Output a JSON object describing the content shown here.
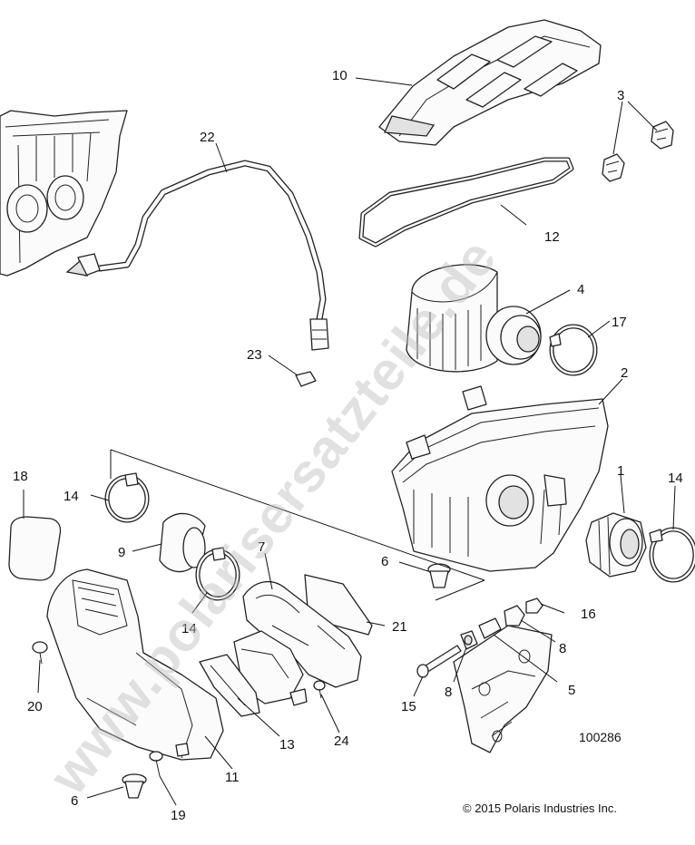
{
  "callouts": [
    "1",
    "2",
    "3",
    "4",
    "5",
    "6",
    "6",
    "7",
    "8",
    "8",
    "9",
    "10",
    "11",
    "12",
    "13",
    "14",
    "14",
    "14",
    "15",
    "16",
    "17",
    "18",
    "19",
    "20",
    "21",
    "22",
    "23",
    "24"
  ],
  "figure_number": "100286",
  "copyright": "© 2015 Polaris Industries Inc.",
  "watermark": "www.polarisersatzteile.de"
}
